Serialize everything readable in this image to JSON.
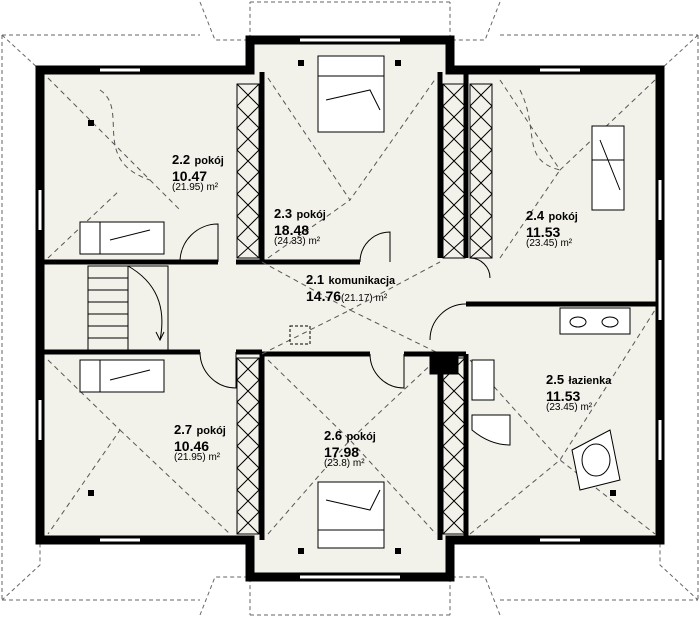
{
  "rooms": {
    "r21": {
      "num": "2.1",
      "name": "komunikacja",
      "area": "14.76",
      "gross": "(21.17) m²"
    },
    "r22": {
      "num": "2.2",
      "name": "pokój",
      "area": "10.47",
      "gross": "(21.95) m²"
    },
    "r23": {
      "num": "2.3",
      "name": "pokój",
      "area": "18.48",
      "gross": "(24.33) m²"
    },
    "r24": {
      "num": "2.4",
      "name": "pokój",
      "area": "11.53",
      "gross": "(23.45) m²"
    },
    "r25": {
      "num": "2.5",
      "name": "łazienka",
      "area": "11.53",
      "gross": "(23.45) m²"
    },
    "r26": {
      "num": "2.6",
      "name": "pokój",
      "area": "17.98",
      "gross": "(23.8) m²"
    },
    "r27": {
      "num": "2.7",
      "name": "pokój",
      "area": "10.46",
      "gross": "(21.95) m²"
    }
  },
  "colors": {
    "floor": "#f2f2ea",
    "wall": "#000000",
    "roof_line": "#555555"
  }
}
